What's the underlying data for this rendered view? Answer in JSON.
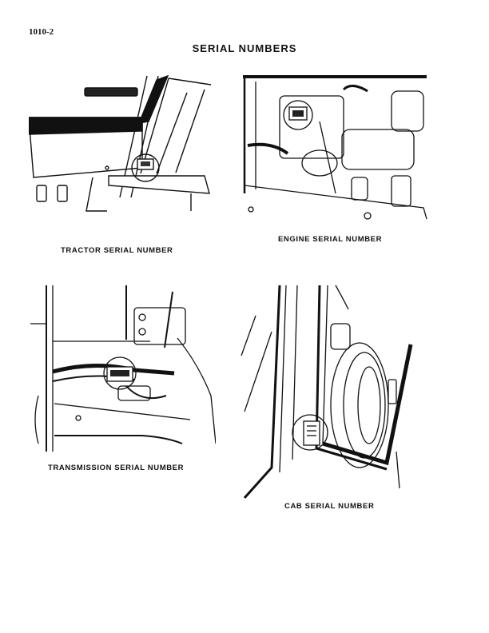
{
  "page_number": "1010-2",
  "title": "SERIAL NUMBERS",
  "figures": {
    "tractor": {
      "caption": "TRACTOR SERIAL NUMBER"
    },
    "engine": {
      "caption": "ENGINE SERIAL NUMBER"
    },
    "transmission": {
      "caption": "TRANSMISSION SERIAL NUMBER"
    },
    "cab": {
      "caption": "CAB SERIAL NUMBER"
    }
  }
}
